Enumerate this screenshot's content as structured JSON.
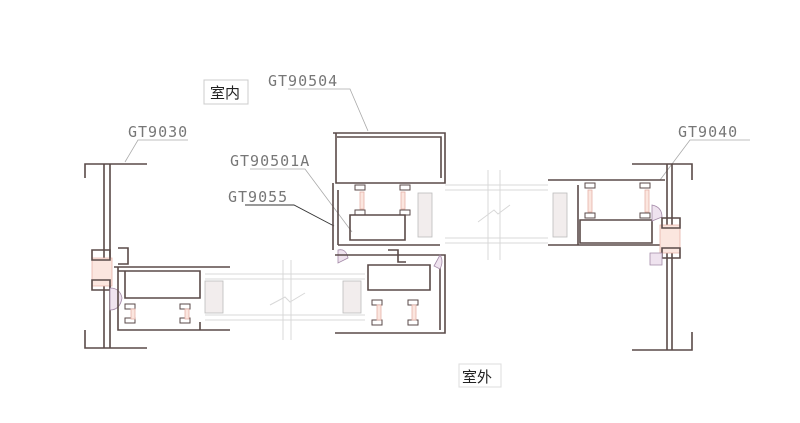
{
  "labels": {
    "indoor": "室内",
    "outdoor": "室外",
    "gt90504": "GT90504",
    "gt9030": "GT9030",
    "gt90501a": "GT90501A",
    "gt9055": "GT9055",
    "gt9040": "GT9040"
  }
}
